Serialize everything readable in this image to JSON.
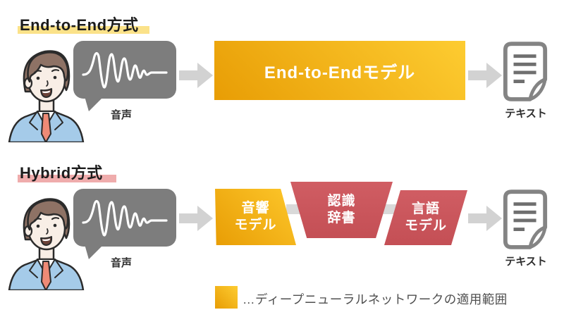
{
  "top": {
    "title": "End-to-End方式",
    "input_label": "音声",
    "model_label": "End-to-Endモデル",
    "output_label": "テキスト"
  },
  "bottom": {
    "title": "Hybrid方式",
    "input_label": "音声",
    "stages": [
      {
        "line1": "音響",
        "line2": "モデル"
      },
      {
        "line1": "認識",
        "line2": "辞書"
      },
      {
        "line1": "言語",
        "line2": "モデル"
      }
    ],
    "output_label": "テキスト"
  },
  "legend": {
    "text": "…ディープニューラルネットワークの適用範囲"
  },
  "colors": {
    "dnn_yellow_dark": "#e89d05",
    "dnn_yellow_light": "#fdcc31",
    "stage_red": "#cb545a",
    "bubble_gray": "#7d7d7d",
    "arrow_gray": "#d2d2d2",
    "highlight_yellow": "#fbe289",
    "highlight_pink": "#efacac"
  }
}
